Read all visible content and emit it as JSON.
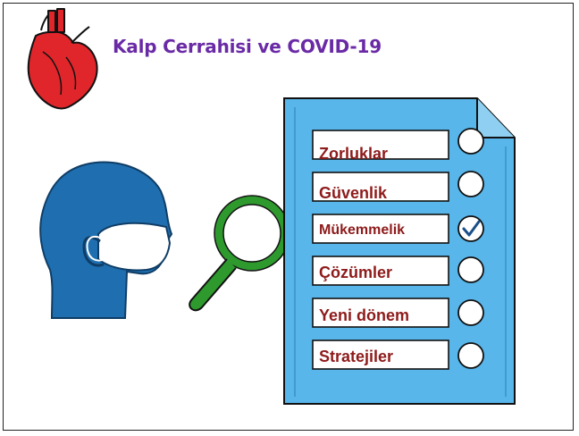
{
  "title": "Kalp Cerrahisi ve COVID-19",
  "checklist": [
    {
      "label": "Zorluklar",
      "checked": false
    },
    {
      "label": "Güvenlik",
      "checked": false
    },
    {
      "label": "Mükemmelik",
      "checked": true
    },
    {
      "label": "Çözümler",
      "checked": false
    },
    {
      "label": "Yeni dönem",
      "checked": false
    },
    {
      "label": "Stratejiler",
      "checked": false
    }
  ],
  "colors": {
    "title": "#6a2aa6",
    "label_text": "#8e1b1b",
    "document_fill": "#58b6ea",
    "head_fill": "#1f6fb0",
    "heart_fill": "#e0262b",
    "magnifier_ring": "#2e9a2e"
  },
  "icons": [
    "heart-icon",
    "masked-head-icon",
    "magnifier-icon",
    "checklist-document-icon"
  ]
}
